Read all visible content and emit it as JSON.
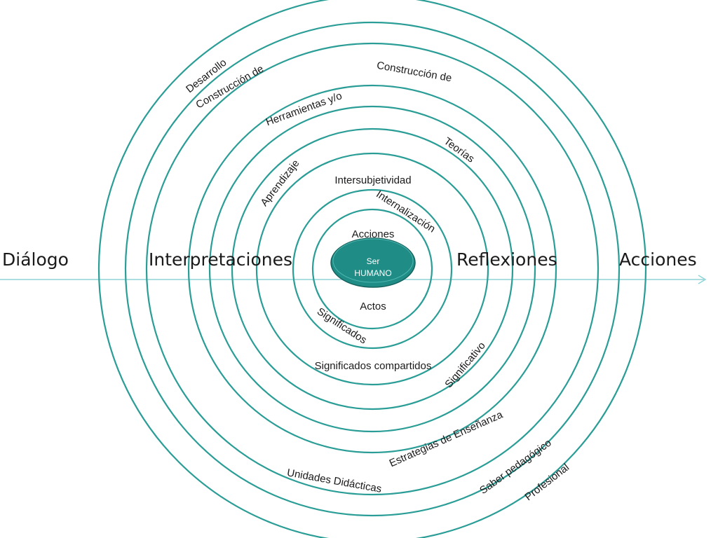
{
  "diagram": {
    "center": {
      "line1": "Ser",
      "line2": "HUMANO"
    },
    "axis_words": {
      "dialogo": "Diálogo",
      "interpretaciones": "Interpretaciones",
      "reflexiones": "Reflexiones",
      "acciones": "Acciones"
    },
    "labels": {
      "desarrollo": "Desarrollo",
      "construccion_de_1": "Construcción de",
      "construccion_de_2": "Construcción de",
      "herramientas": "Herramientas y/o",
      "teorias": "Teorías",
      "aprendizaje": "Aprendizaje",
      "intersubjetividad": "Intersubjetividad",
      "internalizacion": "Internalización",
      "acciones_inner": "Acciones",
      "actos": "Actos",
      "significados": "Significados",
      "significados_compartidos": "Significados compartidos",
      "significativo": "Significativo",
      "estrategias": "Estrategias de Enseñanza",
      "unidades": "Unidades Didácticas",
      "saber": "Saber pedagógico",
      "profesional": "Profesional"
    },
    "colors": {
      "ring": "#2a9d96",
      "core": "#1f8c86",
      "axis": "#8fd4d6",
      "text": "#1a1a1a"
    }
  }
}
